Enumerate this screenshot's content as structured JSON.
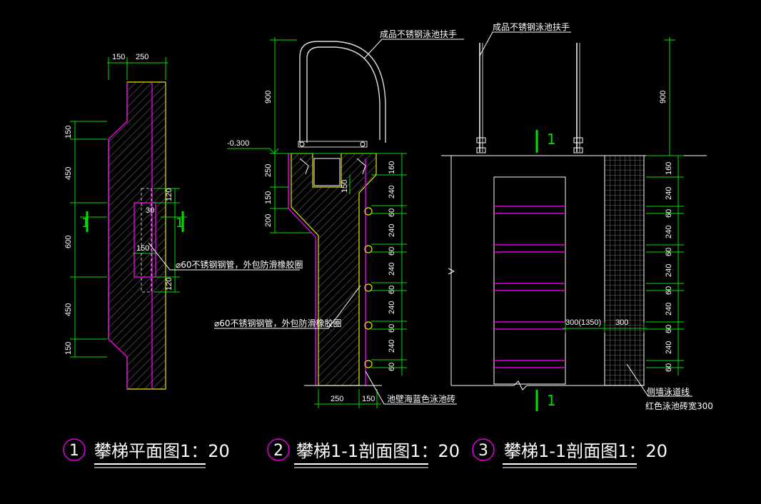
{
  "views": {
    "plan": {
      "dims_top": [
        "150",
        "250"
      ],
      "dims_left": [
        "150",
        "450",
        "600",
        "450",
        "150"
      ],
      "dims_right": [
        "120",
        "120"
      ],
      "dim_30": "30",
      "dim_150": "150",
      "section_mark": "1",
      "pipe_note": "⌀60不锈钢钢管，外包防滑橡胶圈"
    },
    "section2": {
      "level": "-0.300",
      "handrail_note": "成品不锈钢泳池扶手",
      "dims_left": [
        "900",
        "250",
        "150",
        "200"
      ],
      "dim_150_inner": "150",
      "dims_right": [
        "160",
        "240",
        "60",
        "240",
        "60",
        "240",
        "60",
        "240",
        "60",
        "240",
        "60"
      ],
      "dims_bottom": [
        "250",
        "150"
      ],
      "pipe_note": "⌀60不锈钢钢管，外包防滑橡胶圈",
      "tile_note": "池壁海蓝色泳池砖"
    },
    "section3": {
      "handrail_note": "成品不锈钢泳池扶手",
      "dim_900": "900",
      "section_mark": "1",
      "dims_right": [
        "160",
        "240",
        "60",
        "240",
        "60",
        "240",
        "60",
        "240",
        "60",
        "240",
        "60"
      ],
      "width_dims": [
        "300(1350)",
        "300"
      ],
      "lane_note_1": "侧墙泳道线",
      "lane_note_2": "红色泳池砖宽300"
    }
  },
  "titles": [
    {
      "number": "1",
      "text": "攀梯平面图1：20"
    },
    {
      "number": "2",
      "text": "攀梯1-1剖面图1：20"
    },
    {
      "number": "3",
      "text": "攀梯1-1剖面图1：20"
    }
  ],
  "colors": {
    "dimension": "#00e000",
    "outline": "#e000e0",
    "concrete": "#e8e800",
    "background": "#000000"
  }
}
